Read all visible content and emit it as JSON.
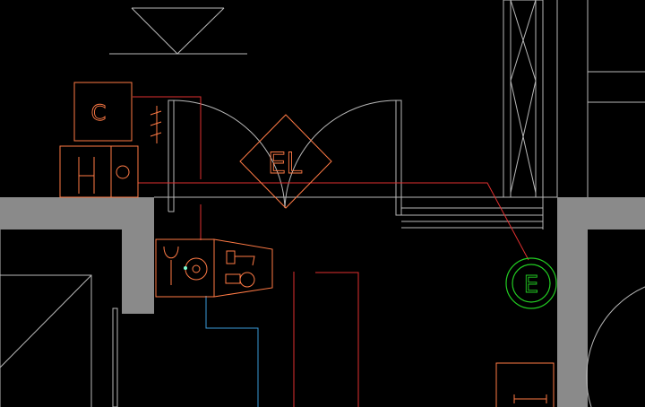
{
  "drawing": {
    "background": "#000000",
    "colors": {
      "wall": "#8a8a8a",
      "line": "#b8b8b8",
      "equipment": "#ff7a45",
      "red_line": "#e03030",
      "blue_line": "#3a9ad9",
      "green": "#22cc22",
      "green_dot": "#7fffd4"
    },
    "labels": {
      "box_c": "C",
      "diamond_el": "EL",
      "circle_e": "E"
    }
  }
}
